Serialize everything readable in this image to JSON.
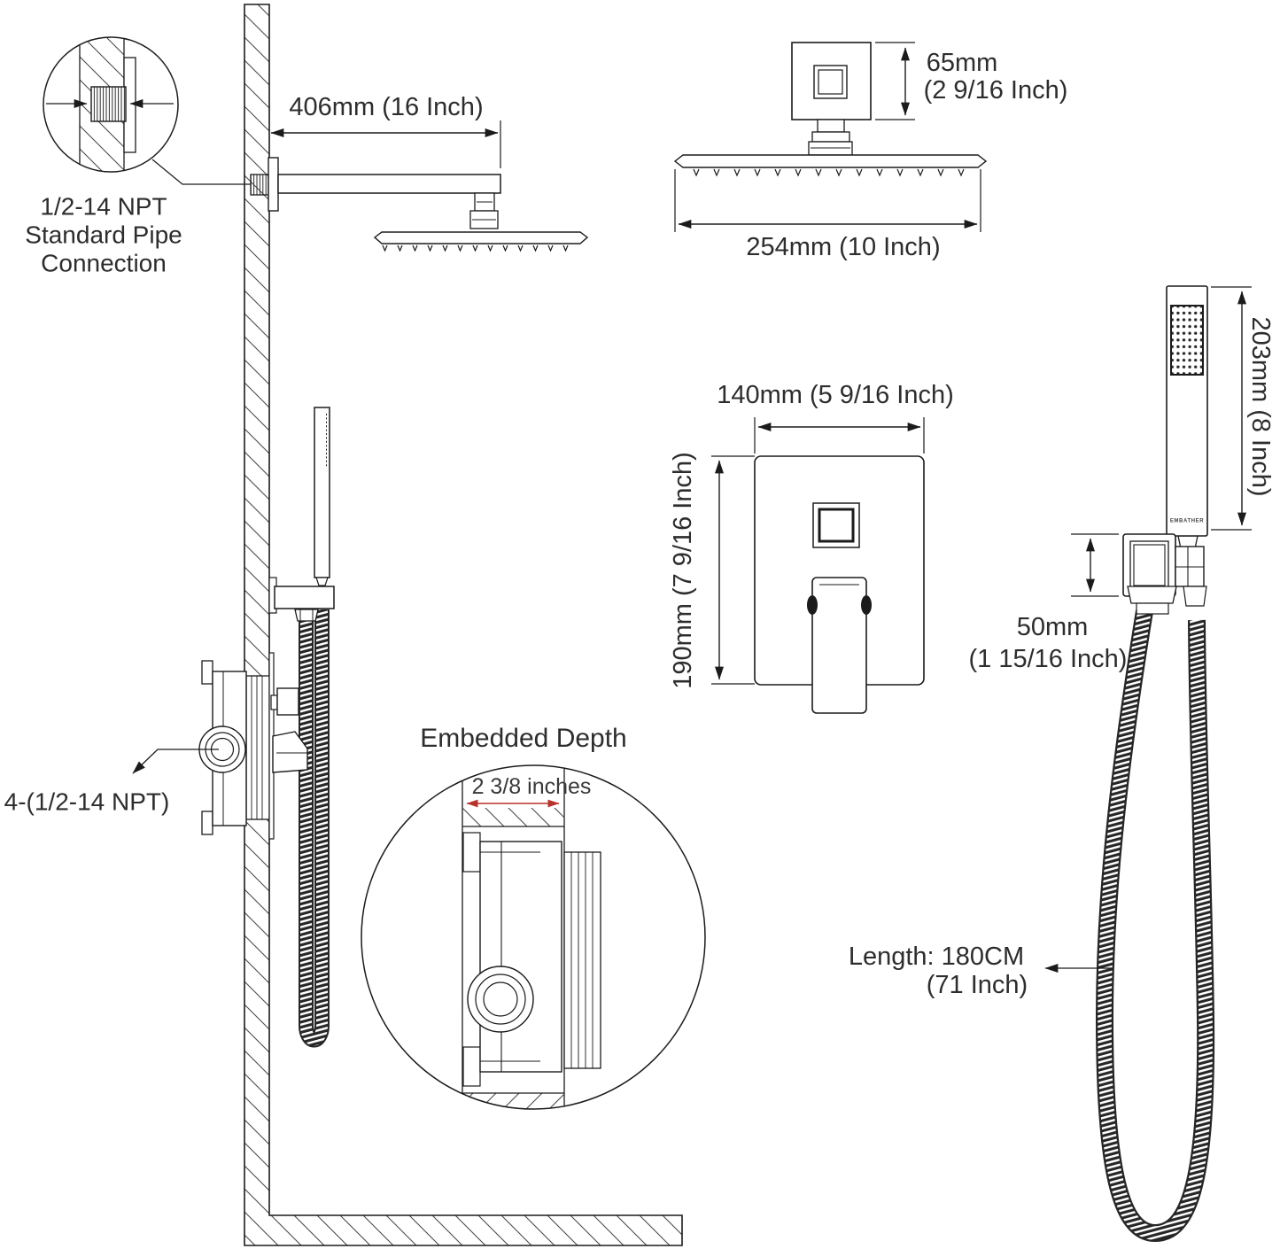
{
  "drawing": {
    "connection_note": {
      "line1": "1/2-14 NPT",
      "line2": "Standard Pipe",
      "line3": "Connection"
    },
    "dimensions": {
      "arm_length": "406mm (16 Inch)",
      "head_height": "65mm",
      "head_height_sub": "(2 9/16 Inch)",
      "head_width": "254mm (10 Inch)",
      "valve_width": "140mm (5 9/16 Inch)",
      "valve_height": "190mm (7 9/16 Inch)",
      "wand_length": "203mm (8 Inch)",
      "holder_height": "50mm",
      "holder_height_sub": "(1 15/16 Inch)",
      "embedded_depth": "2 3/8 inches",
      "hose_length": "Length: 180CM",
      "hose_length_sub": "(71 Inch)"
    },
    "labels": {
      "valve_ports": "4-(1/2-14 NPT)",
      "embedded_title": "Embedded Depth",
      "brand": "EMBATHER"
    },
    "colors": {
      "line": "#1b1b1b",
      "accent_red": "#b8312a",
      "text": "#2d2d2d"
    }
  }
}
